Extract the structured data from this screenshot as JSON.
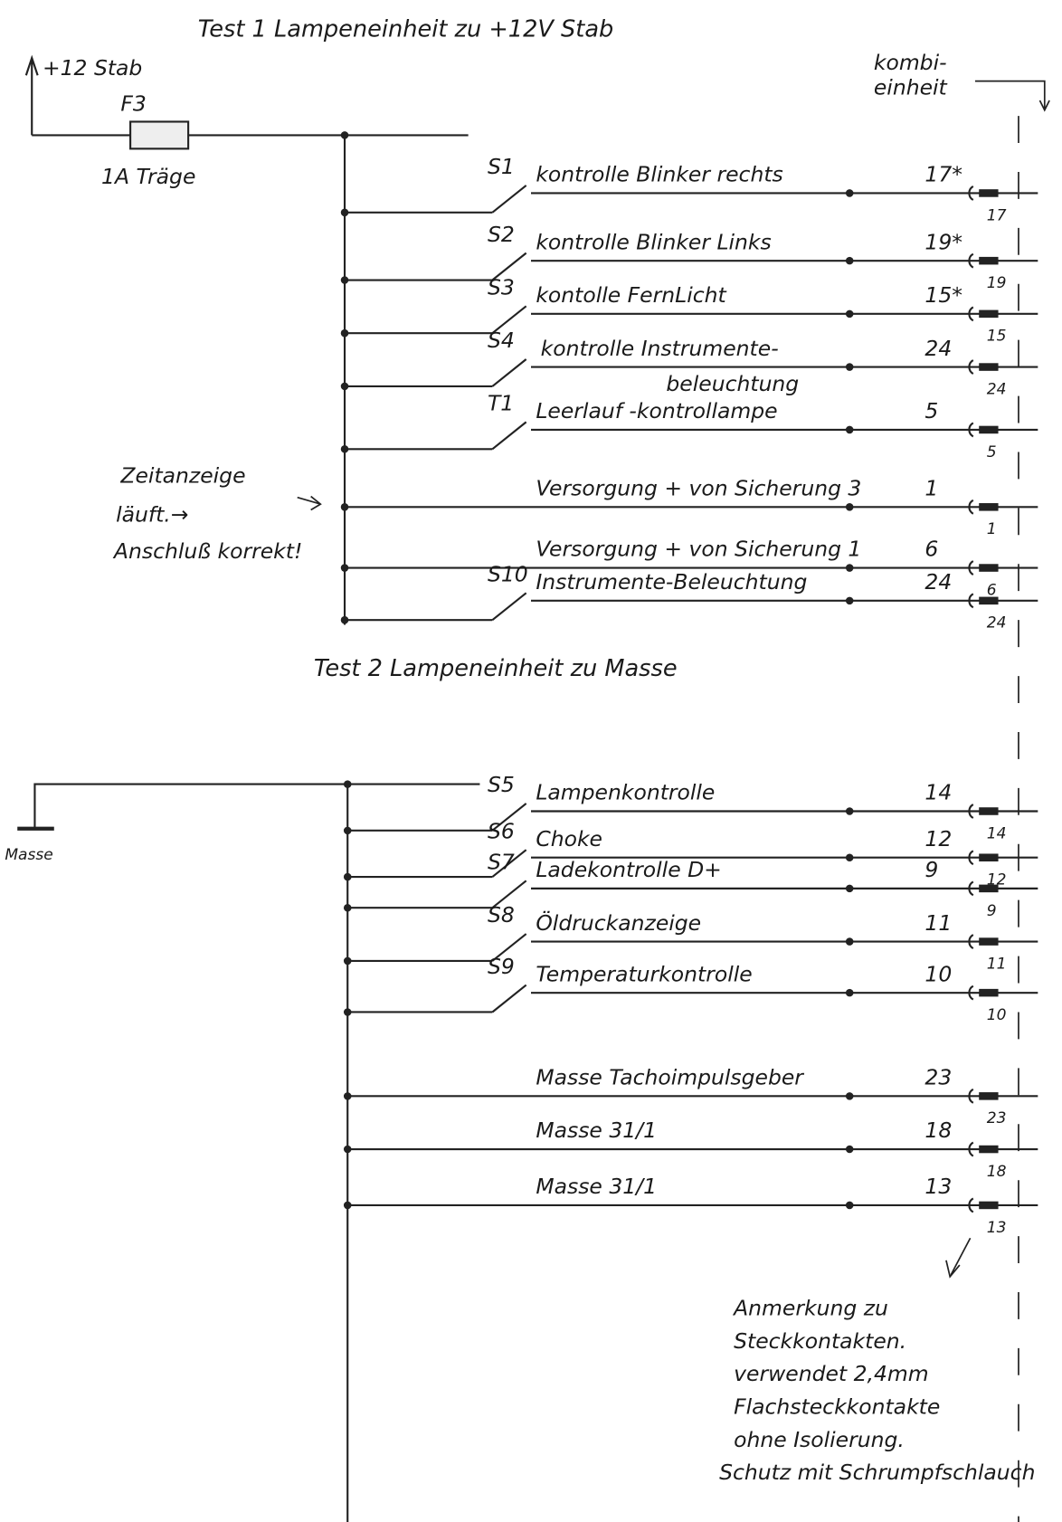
{
  "test1": {
    "title": "Test 1     Lampeneinheit  zu  +12V Stab",
    "supply": "+12 Stab",
    "fuse": "F3",
    "fuse_rating": "1A Träge",
    "kombi": [
      "kombi-",
      "einheit"
    ],
    "note": [
      "Zeitanzeige",
      "läuft.→",
      "Anschluß korrekt!"
    ],
    "rows": [
      {
        "switch": "S1",
        "label": "kontrolle  Blinker rechts",
        "pin": "17*",
        "conn": "17",
        "has_switch": true
      },
      {
        "switch": "S2",
        "label": "kontrolle  Blinker Links",
        "pin": "19*",
        "conn": "19",
        "has_switch": true
      },
      {
        "switch": "S3",
        "label": "kontolle  FernLicht",
        "pin": "15*",
        "conn": "15",
        "has_switch": true
      },
      {
        "switch": "S4",
        "label": "kontrolle  Instrumente-",
        "label2": "beleuchtung",
        "pin": "24",
        "conn": "24",
        "has_switch": true
      },
      {
        "switch": "T1",
        "label": "Leerlauf -kontrollampe",
        "pin": "5",
        "conn": "5",
        "has_switch": true
      },
      {
        "switch": "",
        "label": "Versorgung + von Sicherung 3",
        "pin": "1",
        "conn": "1",
        "has_switch": false
      },
      {
        "switch": "",
        "label": "Versorgung + von Sicherung 1",
        "pin": "6",
        "conn": "6",
        "has_switch": false
      },
      {
        "switch": "S10",
        "label": "Instrumente-Beleuchtung",
        "pin": "24",
        "conn": "24",
        "has_switch": true
      }
    ]
  },
  "test2": {
    "title": "Test 2      Lampeneinheit   zu  Masse",
    "ground": "Masse",
    "rows": [
      {
        "switch": "S5",
        "label": "Lampenkontrolle",
        "pin": "14",
        "conn": "14",
        "has_switch": true
      },
      {
        "switch": "S6",
        "label": "Choke",
        "pin": "12",
        "conn": "12",
        "has_switch": true
      },
      {
        "switch": "S7",
        "label": "Ladekontrolle D+",
        "pin": "9",
        "conn": "9",
        "has_switch": true
      },
      {
        "switch": "S8",
        "label": "Öldruckanzeige",
        "pin": "11",
        "conn": "11",
        "has_switch": true
      },
      {
        "switch": "S9",
        "label": "Temperaturkontrolle",
        "pin": "10",
        "conn": "10",
        "has_switch": true
      },
      {
        "switch": "",
        "label": "Masse  Tachoimpulsgeber",
        "pin": "23",
        "conn": "23",
        "has_switch": false
      },
      {
        "switch": "",
        "label": "Masse 31/1",
        "pin": "18",
        "conn": "18",
        "has_switch": false
      },
      {
        "switch": "",
        "label": "Masse 31/1",
        "pin": "13",
        "conn": "13",
        "has_switch": false
      }
    ]
  },
  "remark": [
    "Anmerkung zu",
    "Steckkontakten.",
    "verwendet 2,4mm",
    "Flachsteckkontakte",
    "ohne Isolierung.",
    "Schutz mit Schrumpfschlauch"
  ]
}
